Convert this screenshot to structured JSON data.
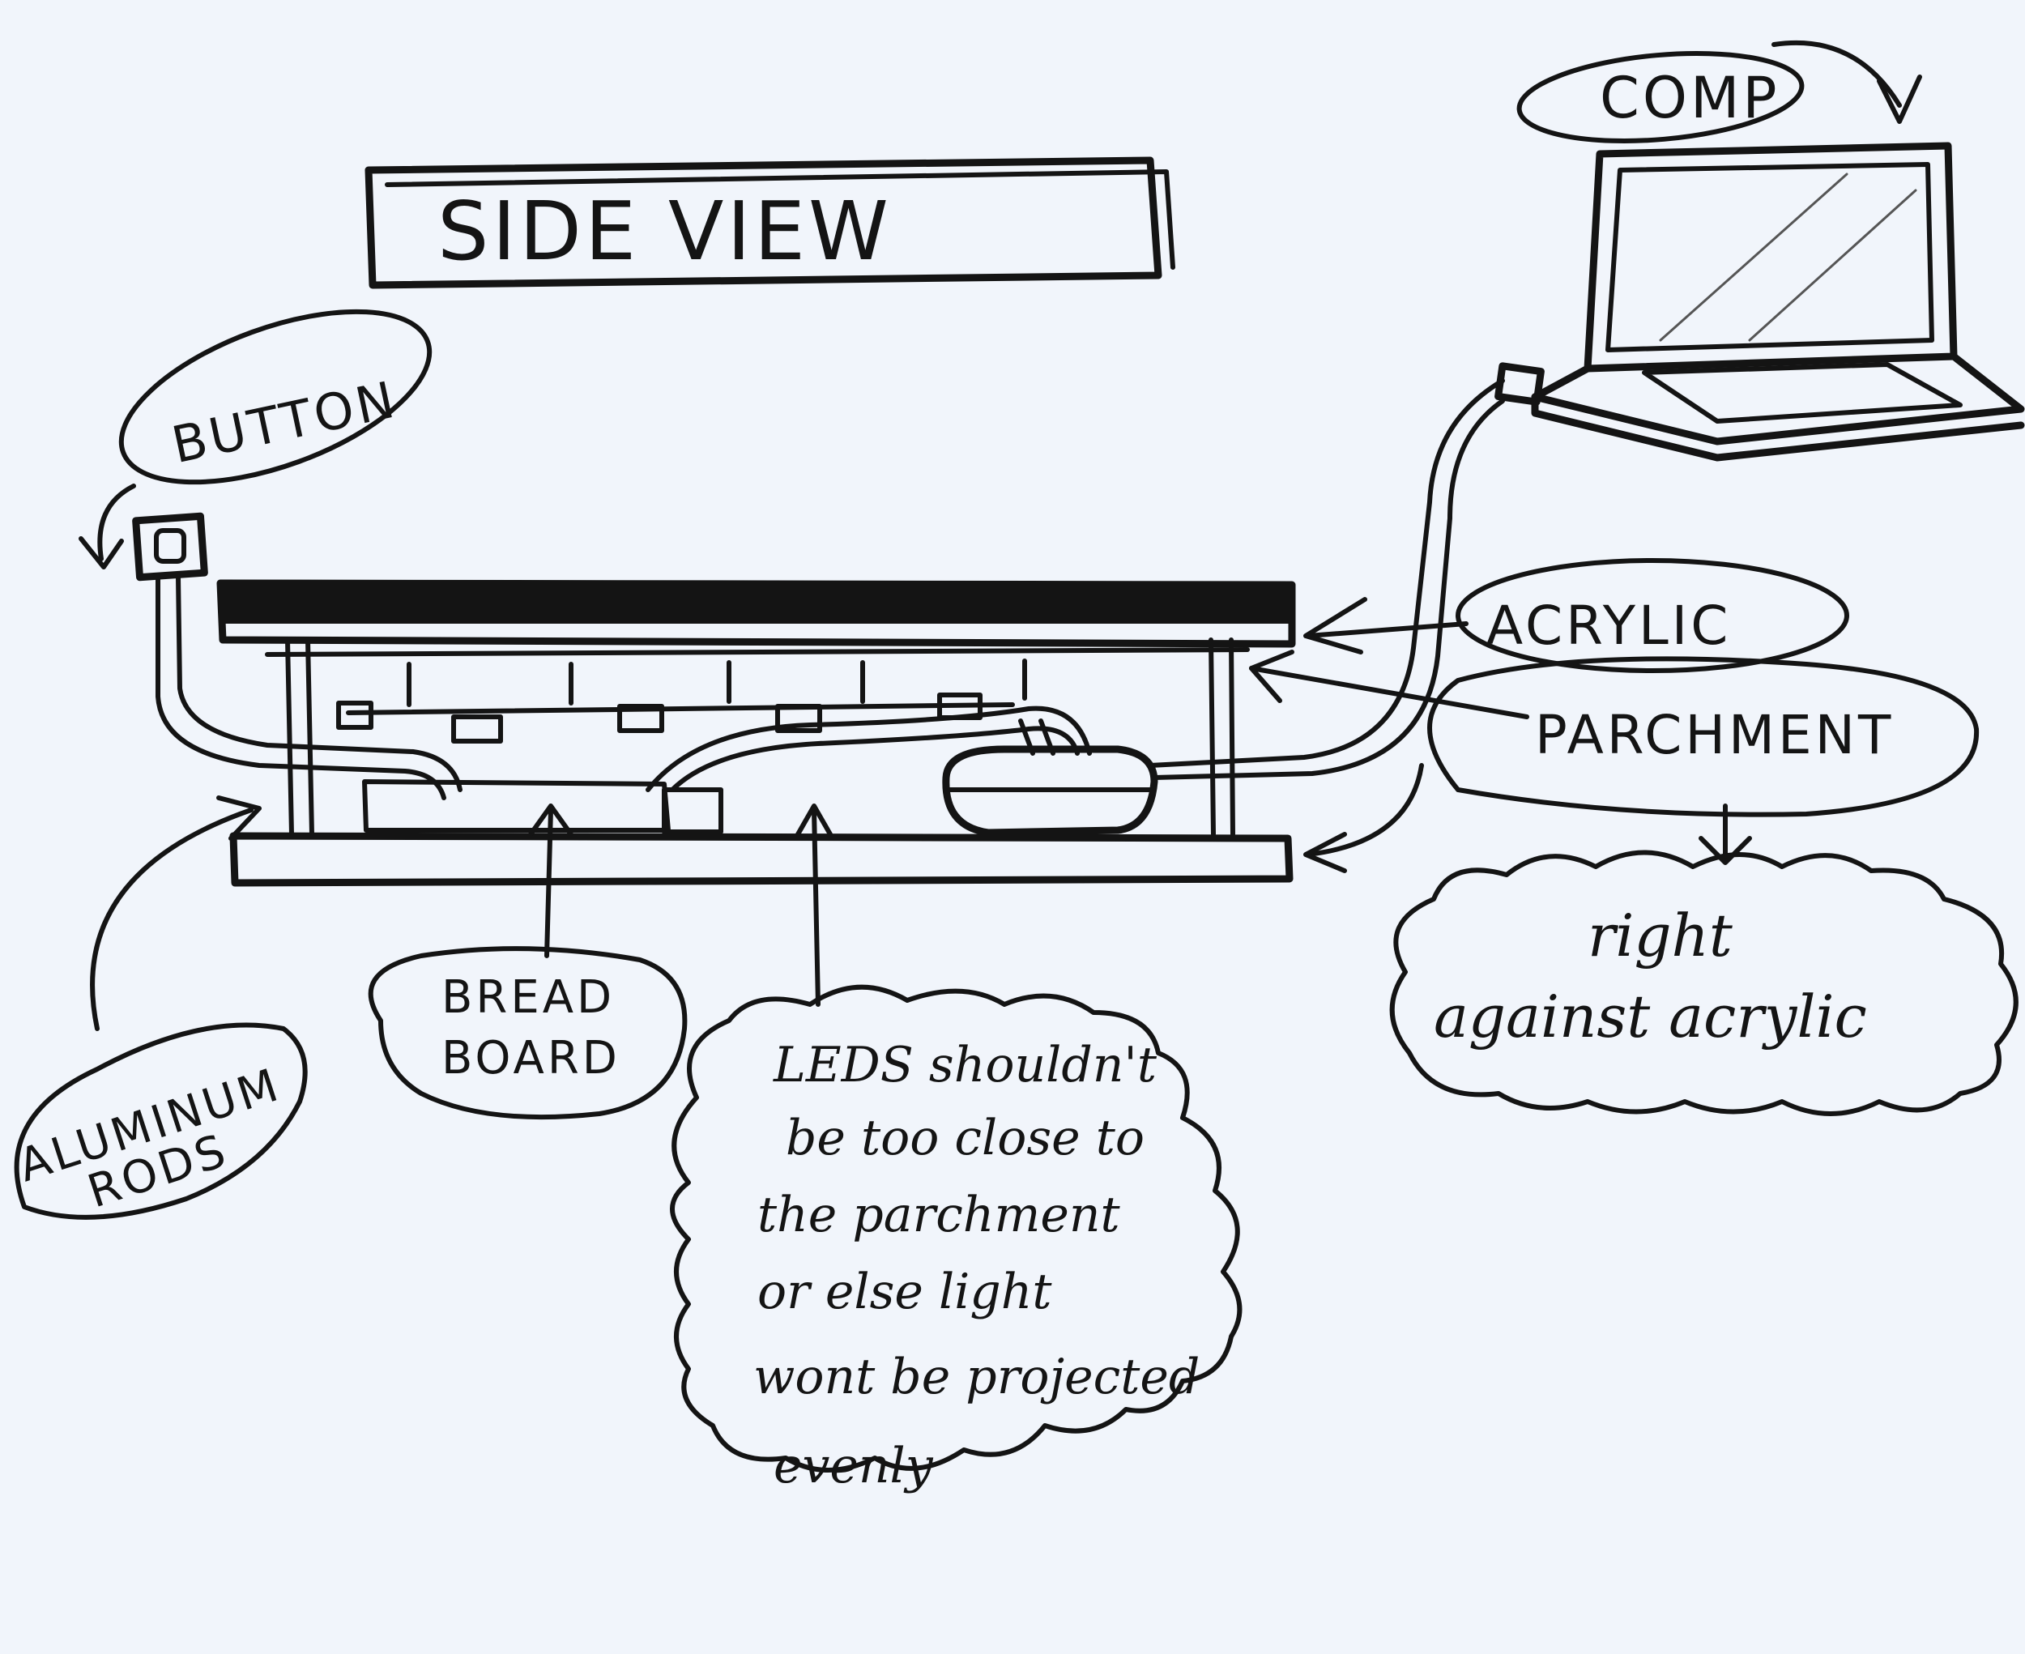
{
  "title": "SIDE VIEW",
  "labels": {
    "comp": "COMP",
    "button": "BUTTON",
    "acrylic": "ACRYLIC",
    "parchment": "PARCHMENT",
    "breadboard_line1": "BREAD",
    "breadboard_line2": "BOARD",
    "aluminum_rods_line1": "ALUMINUM",
    "aluminum_rods_line2": "RODS"
  },
  "notes": {
    "parchment_note": [
      "right",
      "against acrylic"
    ],
    "leds_note": [
      "LEDS shouldn't",
      "be too close to",
      "the parchment",
      "or else light",
      "wont be projected",
      "evenly"
    ]
  },
  "colors": {
    "paper": "#f1f5fb",
    "ink": "#141414"
  }
}
